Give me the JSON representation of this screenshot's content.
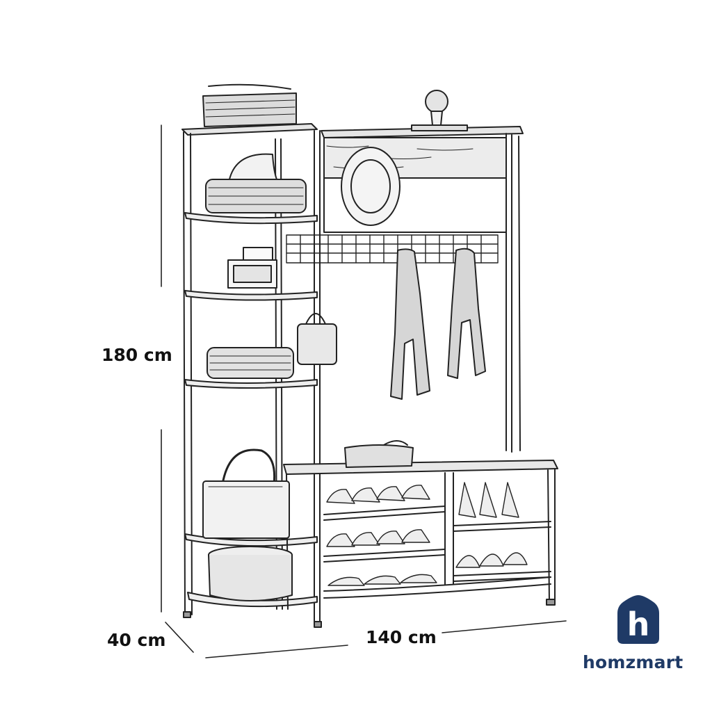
{
  "dimensions": {
    "height": "180 cm",
    "depth": "40 cm",
    "width": "140 cm"
  },
  "brand": {
    "name": "homzmart",
    "logo_letter": "h",
    "color": "#1f3a66"
  },
  "line_color": "#222222"
}
